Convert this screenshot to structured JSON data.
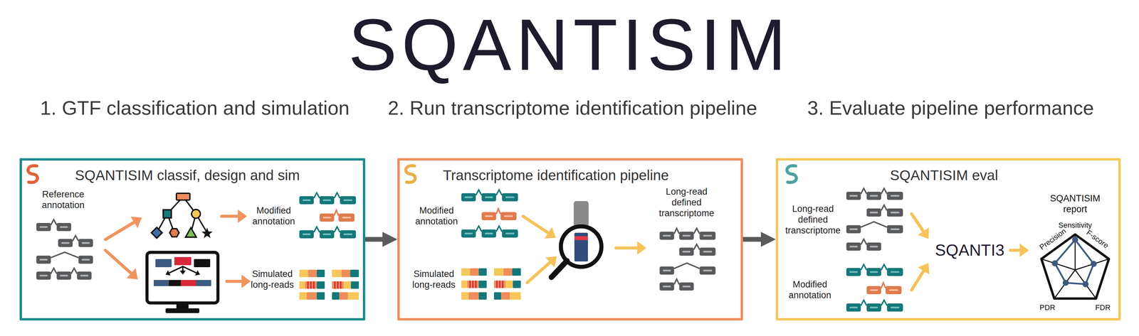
{
  "diagram": {
    "title": "SQANTISIM",
    "nodes": [
      {
        "text": [
          "1. GTF classification and simulation",
          "SQANTISIM classif, design and sim"
        ]
      },
      {
        "text": [
          "2. Run transcriptome identification pipeline",
          "Transcriptome identification pipeline"
        ]
      },
      {
        "text": [
          "3. Evaluate pipeline performance",
          "SQANTISIM eval"
        ]
      }
    ],
    "edges": [
      {
        "from": 0,
        "to": 1,
        "arrow": "to"
      },
      {
        "from": 1,
        "to": 2,
        "arrow": "to"
      }
    ],
    "labels": [
      "Reference annotation",
      "Modified annotation",
      "Simulated long-reads",
      "Modified annotation",
      "Simulated long-reads",
      "Long-read defined transcriptome",
      "Long-read defined transcriptome",
      "Modified annotation",
      "SQANTI3",
      "SQANTISIM report",
      "Sensitivity",
      "F-score",
      "FDR",
      "PDR",
      "Precision"
    ]
  }
}
